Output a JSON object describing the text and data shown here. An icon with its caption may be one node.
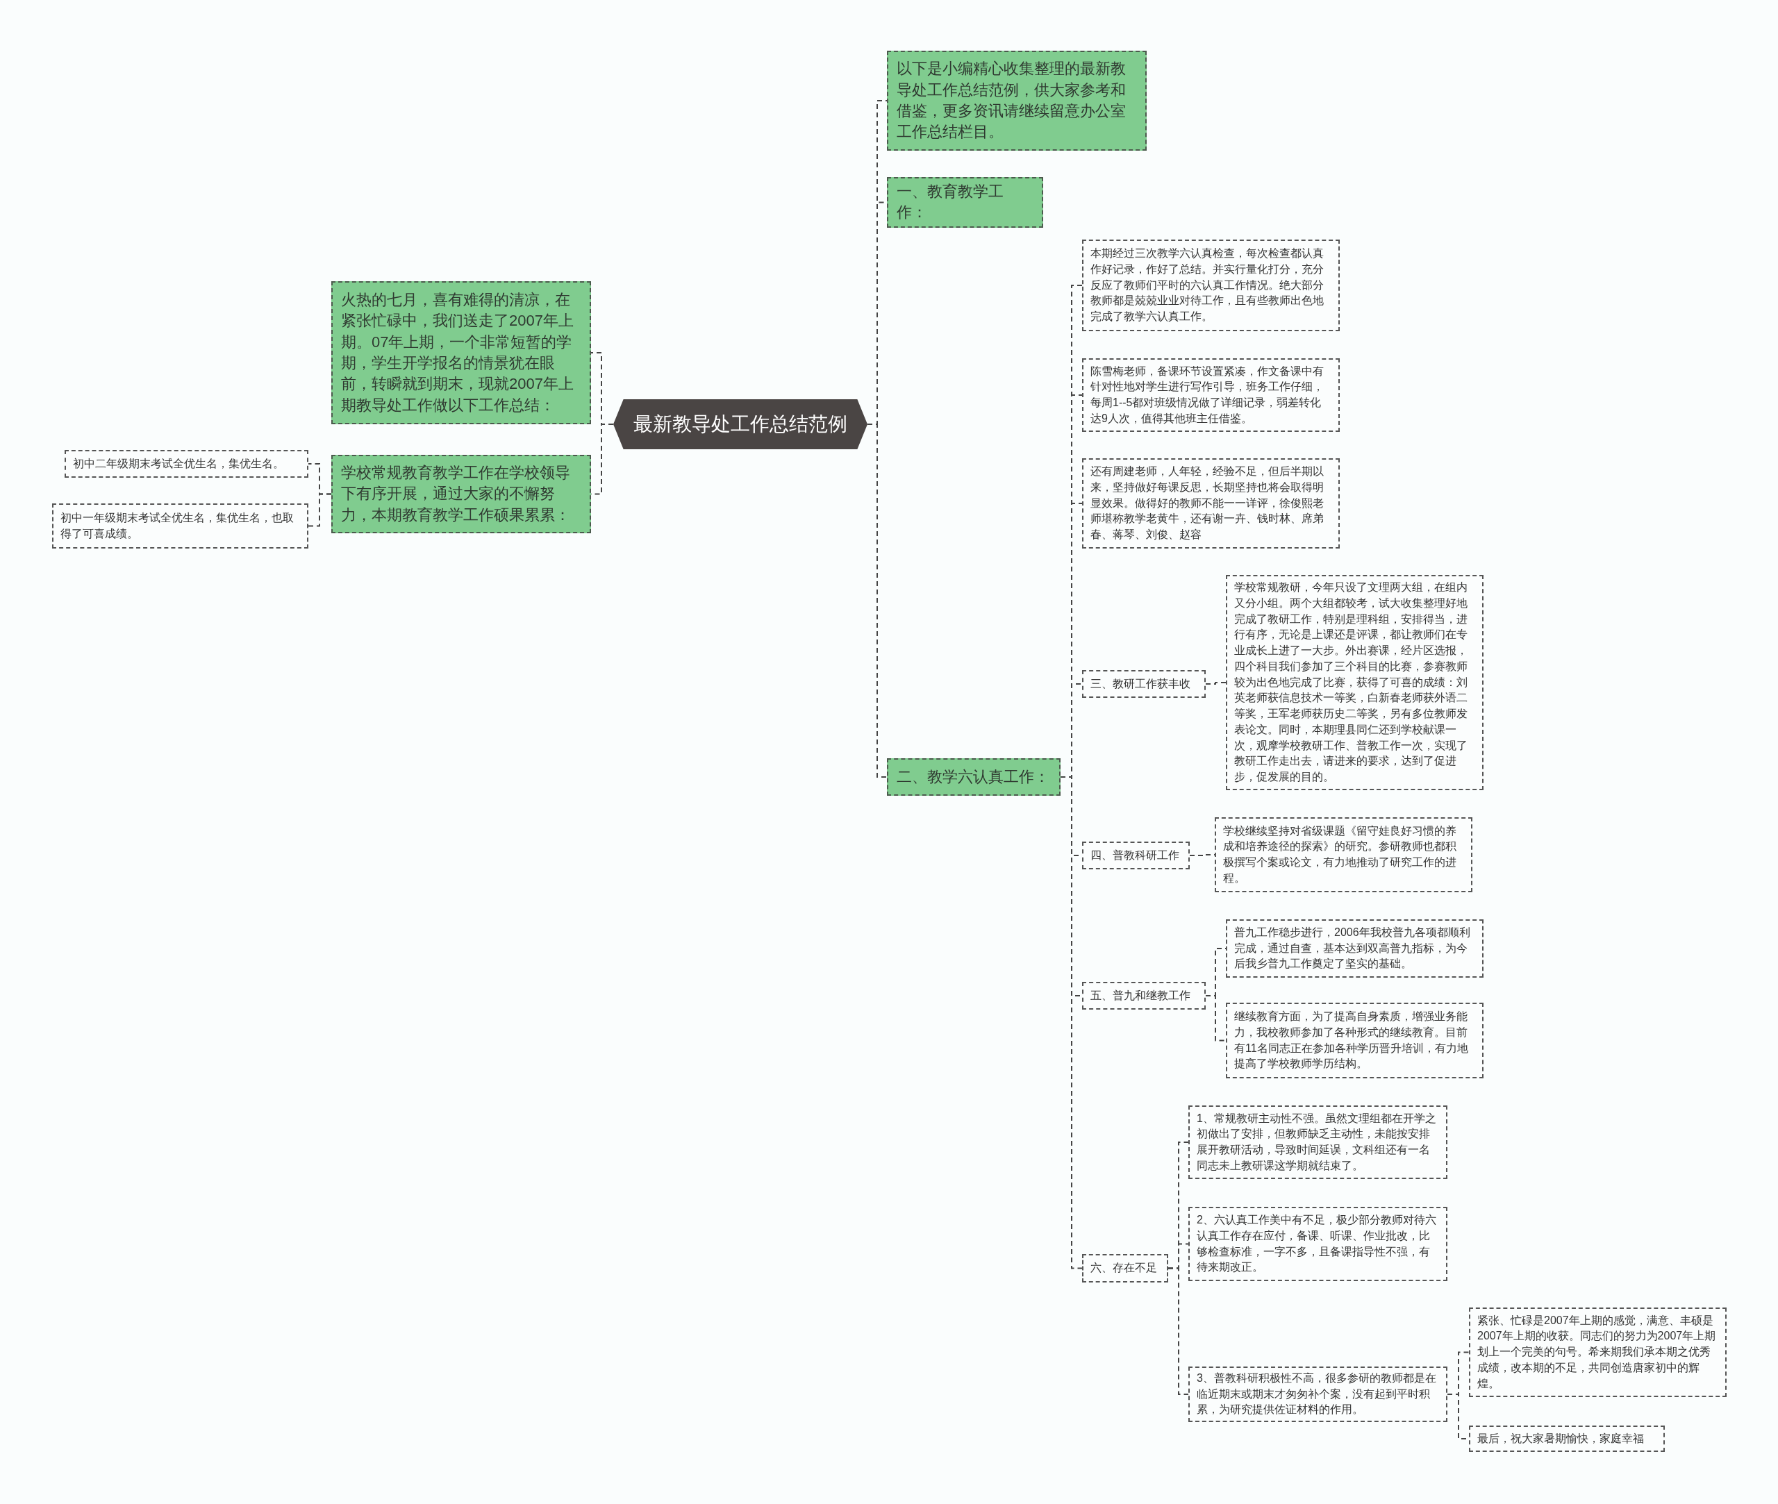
{
  "diagram": {
    "nodes": [
      {
        "text": [
          "最新教导处工作总结范例"
        ]
      },
      {
        "text": [
          "火热的七月，喜有难得的清凉，在紧张忙碌中，我们送走了2007年上期。07年上期，一个非常短暂的学期，学生开学报名的情景犹在眼前，转瞬就到期末，现就2007年上期教导处工作做以下工作总结："
        ]
      },
      {
        "text": [
          "学校常规教育教学工作在学校领导下有序开展，通过大家的不懈努力，本期教育教学工作硕果累累："
        ]
      },
      {
        "text": [
          "初中二年级期末考试全优生名，集优生名。"
        ]
      },
      {
        "text": [
          "初中一年级期末考试全优生名，集优生名，也取得了可喜成绩。"
        ]
      },
      {
        "text": [
          "以下是小编精心收集整理的最新教导处工作总结范例，供大家参考和借鉴，更多资讯请继续留意办公室工作总结栏目。"
        ]
      },
      {
        "text": [
          "一、教育教学工作："
        ]
      },
      {
        "text": [
          "二、教学六认真工作："
        ]
      },
      {
        "text": [
          "本期经过三次教学六认真检查，每次检查都认真作好记录，作好了总结。并实行量化打分，充分反应了教师们平时的六认真工作情况。绝大部分教师都是兢兢业业对待工作，且有些教师出色地完成了教学六认真工作。"
        ]
      },
      {
        "text": [
          "陈雪梅老师，备课环节设置紧凑，作文备课中有针对性地对学生进行写作引导，班务工作仔细，每周1--5都对班级情况做了详细记录，弱差转化达9人次，值得其他班主任借鉴。"
        ]
      },
      {
        "text": [
          "还有周建老师，人年轻，经验不足，但后半期以来，坚持做好每课反思，长期坚持也将会取得明显效果。做得好的教师不能一一详评，徐俊熙老师堪称教学老黄牛，还有谢一卉、钱时林、席弟春、蒋琴、刘俊、赵容"
        ]
      },
      {
        "text": [
          "三、教研工作获丰收"
        ]
      },
      {
        "text": [
          "学校常规教研，今年只设了文理两大组，在组内又分小组。两个大组都较考，试大收集整理好地完成了教研工作，特别是理科组，安排得当，进行有序，无论是上课还是评课，都让教师们在专业成长上进了一大步。外出赛课，经片区选报，四个科目我们参加了三个科目的比赛，参赛教师较为出色地完成了比赛，获得了可喜的成绩：刘英老师获信息技术一等奖，白新春老师获外语二等奖，王军老师获历史二等奖，另有多位教师发表论文。同时，本期理县同仁还到学校献课一次，观摩学校教研工作、普教工作一次，实现了教研工作走出去，请进来的要求，达到了促进步，促发展的目的。"
        ]
      },
      {
        "text": [
          "四、普教科研工作"
        ]
      },
      {
        "text": [
          "学校继续坚持对省级课题《留守娃良好习惯的养成和培养途径的探索》的研究。参研教师也都积极撰写个案或论文，有力地推动了研究工作的进程。"
        ]
      },
      {
        "text": [
          "五、普九和继教工作"
        ]
      },
      {
        "text": [
          "普九工作稳步进行，2006年我校普九各项都顺利完成，通过自查，基本达到双高普九指标，为今后我乡普九工作奠定了坚实的基础。"
        ]
      },
      {
        "text": [
          "继续教育方面，为了提高自身素质，增强业务能力，我校教师参加了各种形式的继续教育。目前有11名同志正在参加各种学历晋升培训，有力地提高了学校教师学历结构。"
        ]
      },
      {
        "text": [
          "六、存在不足"
        ]
      },
      {
        "text": [
          "1、常规教研主动性不强。虽然文理组都在开学之初做出了安排，但教师缺乏主动性，未能按安排展开教研活动，导致时间延误，文科组还有一名同志未上教研课这学期就结束了。"
        ]
      },
      {
        "text": [
          "2、六认真工作美中有不足，极少部分教师对待六认真工作存在应付，备课、听课、作业批改，比够检查标准，一字不多，且备课指导性不强，有待来期改正。"
        ]
      },
      {
        "text": [
          "3、普教科研积极性不高，很多参研的教师都是在临近期末或期末才匆匆补个案，没有起到平时积累，为研究提供佐证材料的作用。"
        ]
      },
      {
        "text": [
          "紧张、忙碌是2007年上期的感觉，满意、丰硕是2007年上期的收获。同志们的努力为2007年上期划上一个完美的句号。希来期我们承本期之优秀成绩，改本期的不足，共同创造唐家初中的辉煌。"
        ]
      },
      {
        "text": [
          "最后，祝大家暑期愉快，家庭幸福"
        ]
      }
    ],
    "edges": [
      {
        "from": 0,
        "to": 5,
        "arrow": "none"
      },
      {
        "from": 0,
        "to": 6,
        "arrow": "none"
      },
      {
        "from": 0,
        "to": 7,
        "arrow": "none"
      },
      {
        "from": 0,
        "to": 1,
        "arrow": "none"
      },
      {
        "from": 0,
        "to": 2,
        "arrow": "none"
      },
      {
        "from": 2,
        "to": 3,
        "arrow": "none"
      },
      {
        "from": 2,
        "to": 4,
        "arrow": "none"
      },
      {
        "from": 7,
        "to": 8,
        "arrow": "none"
      },
      {
        "from": 7,
        "to": 9,
        "arrow": "none"
      },
      {
        "from": 7,
        "to": 10,
        "arrow": "none"
      },
      {
        "from": 7,
        "to": 11,
        "arrow": "none"
      },
      {
        "from": 7,
        "to": 13,
        "arrow": "none"
      },
      {
        "from": 7,
        "to": 15,
        "arrow": "none"
      },
      {
        "from": 7,
        "to": 18,
        "arrow": "none"
      },
      {
        "from": 11,
        "to": 12,
        "arrow": "none"
      },
      {
        "from": 13,
        "to": 14,
        "arrow": "none"
      },
      {
        "from": 15,
        "to": 16,
        "arrow": "none"
      },
      {
        "from": 15,
        "to": 17,
        "arrow": "none"
      },
      {
        "from": 18,
        "to": 19,
        "arrow": "none"
      },
      {
        "from": 18,
        "to": 20,
        "arrow": "none"
      },
      {
        "from": 18,
        "to": 21,
        "arrow": "none"
      },
      {
        "from": 21,
        "to": 22,
        "arrow": "none"
      },
      {
        "from": 21,
        "to": 23,
        "arrow": "none"
      }
    ]
  }
}
